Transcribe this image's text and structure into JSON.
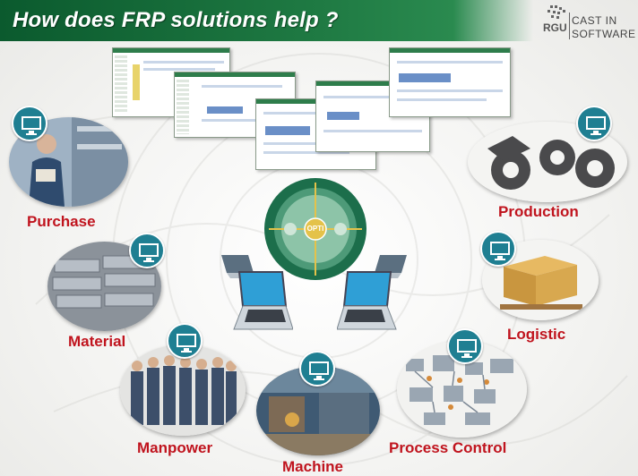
{
  "header": {
    "title": "How does FRP solutions help ?"
  },
  "logo": {
    "mark": "RGU",
    "line1": "CAST IN",
    "line2": "SOFTWARE"
  },
  "hub": {
    "center_label": "OPTI"
  },
  "nodes": [
    {
      "label": "Purchase",
      "icon": "monitor-icon"
    },
    {
      "label": "Material",
      "icon": "monitor-icon"
    },
    {
      "label": "Manpower",
      "icon": "monitor-icon"
    },
    {
      "label": "Machine",
      "icon": "monitor-icon"
    },
    {
      "label": "Process Control",
      "icon": "monitor-icon"
    },
    {
      "label": "Logistic",
      "icon": "monitor-icon"
    },
    {
      "label": "Production",
      "icon": "monitor-icon"
    }
  ],
  "colors": {
    "header_green": "#1f7a43",
    "label_red": "#c0141e",
    "badge_teal": "#1f7f92"
  }
}
